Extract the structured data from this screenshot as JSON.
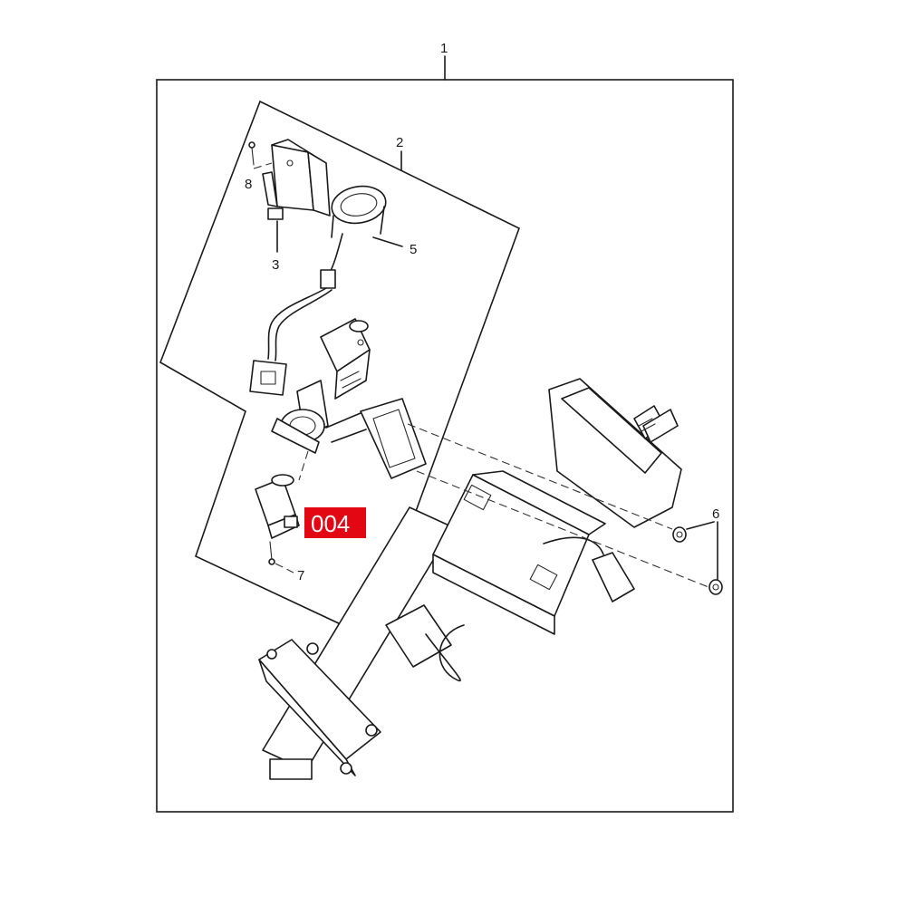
{
  "callouts": {
    "c1": "1",
    "c2": "2",
    "c3": "3",
    "c5": "5",
    "c6": "6",
    "c7": "7",
    "c8": "8"
  },
  "badge": {
    "text": "004",
    "color": "#e30613"
  }
}
